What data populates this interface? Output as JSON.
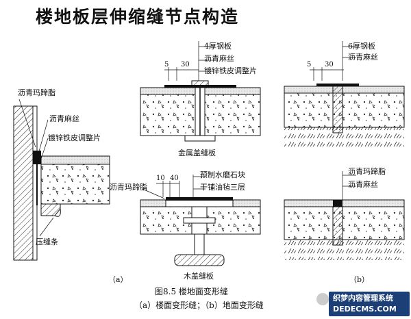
{
  "title": "楼地板层伸缩缝节点构造",
  "labels": {
    "a_asphalt_mastic": "沥青玛",
    "a_asphalt_mastic_tail": "蹄脂",
    "a_asphalt_hemp": "沥青麻丝",
    "a_galv_sheet": "镀锌铁皮调整片",
    "a_pressure_strip": "压缝条",
    "a_mark": "（a）",
    "top_4mm_plate": "4厚钢板",
    "top_hemp": "沥青麻丝",
    "top_galv": "镀锌铁皮调整片",
    "top_dim_5": "5",
    "top_dim_30": "30",
    "metal_cover": "金属盖缝板",
    "mid_asphalt_mastic": "沥青玛蹄脂",
    "mid_dim_10": "10",
    "mid_dim_40": "40",
    "mid_terrazzo": "预制水磨石块",
    "mid_felt": "干铺油毡三层",
    "wood_cover": "木盖缝板",
    "right_6mm_plate": "6厚钢板",
    "right_hemp": "沥青麻丝",
    "right_dim_5": "5",
    "right_dim_30": "30",
    "right_mastic": "沥青玛蹄脂",
    "right_hemp2": "沥青麻丝",
    "b_mark": "（b）"
  },
  "caption": {
    "line1": "图8.5  楼地面变形缝",
    "line2": "（a）楼面变形缝；（b）地面变形缝"
  },
  "watermark": {
    "line1": "织梦内容管理系统",
    "line2": "DEDECMS.COM"
  }
}
